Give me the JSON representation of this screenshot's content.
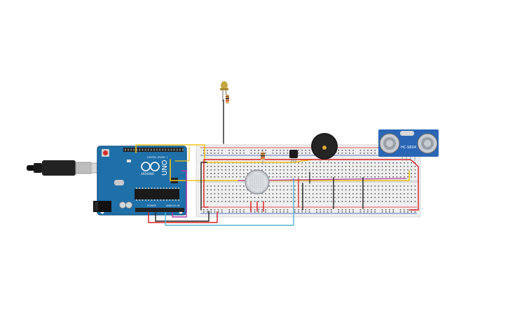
{
  "arduino": {
    "brand": "ARDUINO",
    "model": "UNO",
    "header_digital": "DIGITAL (PWM~)",
    "header_power": "POWER",
    "header_analog": "ANALOG IN"
  },
  "ultrasonic": {
    "model": "HC-SR04"
  },
  "colors": {
    "arduino_board": "#1f6fa8",
    "breadboard": "#eeeeee",
    "rail_red": "#e02020",
    "rail_blue": "#2a4fb0",
    "wire_yellow": "#f0c419",
    "wire_red": "#d81e1e",
    "wire_black": "#222222",
    "wire_cyan": "#54b4d3",
    "wire_magenta": "#b23aa8",
    "sensor_board": "#2a66b5"
  }
}
